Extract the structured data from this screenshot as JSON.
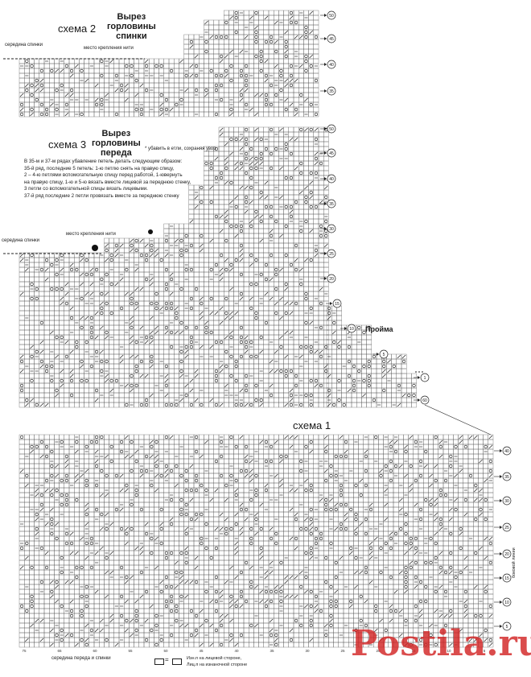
{
  "schema2": {
    "title": "схема 2",
    "subtitle": "Вырез\nгорловины\nспинки",
    "mid_label": "середина спинки",
    "attach_label": "место крепления нити",
    "row_numbers": [
      "50",
      "45",
      "40",
      "35"
    ]
  },
  "schema3": {
    "title": "схема 3",
    "subtitle": "Вырез\nгорловины\nпереда",
    "star_note": "* убавить в етли, сохраняя узор",
    "instructions": "В 35-м и 37-м рядах убавление петель делать следующим образом:\n35-й ряд, последние 5 петель: 1-ю петлю снять на правую спицу,\n2 – 4-ю петлями вспомогательную спицу перед работой, 1-ювернуть\nна правую спицу, 1-ю и 5-ю вязать вместе лицевой за переднюю стенку,\n3 петли со вспомогательной спицы вязать лицевыми.\n37-й ряд последние 2 петли провязать вместе за переднюю стенку",
    "mid_label": "середина спинки",
    "attach_label": "место крепления нити",
    "armhole_label": "Пройма",
    "row_numbers": [
      "50",
      "45",
      "40",
      "35",
      "30",
      "25",
      "20",
      "15",
      "10",
      "5",
      "1",
      "60"
    ]
  },
  "schema1": {
    "title": "схема 1",
    "side_label": "боковой линии",
    "mid_label": "середина переда и спинки",
    "row_numbers": [
      "40",
      "35",
      "30",
      "25",
      "20",
      "15",
      "10",
      "5"
    ],
    "axis_numbers": [
      "75",
      "65",
      "60",
      "55",
      "50",
      "45",
      "40",
      "35",
      "30",
      "25",
      "20",
      "15",
      "10",
      "5"
    ]
  },
  "legend": {
    "text": "Изн.п на лицевой стороне,\nЛиц.п на изнаночной стороне"
  },
  "watermark": "Postila.ru"
}
